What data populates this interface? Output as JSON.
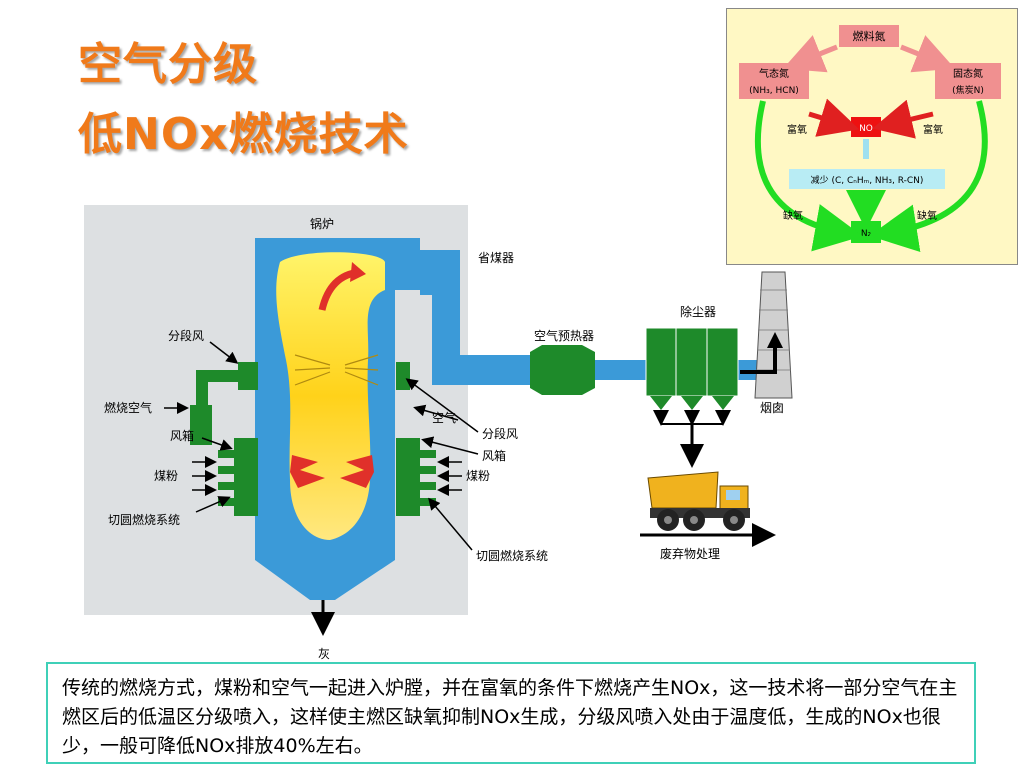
{
  "title": {
    "line1": "空气分级",
    "line2": "低NOx燃烧技术"
  },
  "inset": {
    "fuel_nitrogen": "燃料氮",
    "gas_n": "气态氮",
    "gas_n_formula": "(NH₃, HCN)",
    "solid_n": "固态氮",
    "solid_n_formula": "(焦炭N)",
    "no": "NO",
    "rich_o2_left": "富氧",
    "rich_o2_right": "富氧",
    "reduce": "减少 (C, CₙHₘ, NH₃, R-CN)",
    "lean_o2_left": "缺氧",
    "lean_o2_right": "缺氧",
    "n2": "N₂"
  },
  "labels": {
    "boiler": "锅炉",
    "economizer": "省煤器",
    "air_preheater": "空气预热器",
    "dust_collector": "除尘器",
    "chimney": "烟囱",
    "staged_air_left": "分段风",
    "combustion_air": "燃烧空气",
    "wind_box_left": "风箱",
    "coal_powder_left": "煤粉",
    "tangential_left": "切圆燃烧系统",
    "air_right": "空气",
    "staged_air_right": "分段风",
    "wind_box_right": "风箱",
    "coal_powder_right": "煤粉",
    "tangential_right": "切圆燃烧系统",
    "waste_treatment": "废弃物处理",
    "ash": "灰"
  },
  "caption": "传统的燃烧方式，煤粉和空气一起进入炉膛，并在富氧的条件下燃烧产生NOx，这一技术将一部分空气在主燃区后的低温区分级喷入，这样使主燃区缺氧抑制NOx生成，分级风喷入处由于温度低，生成的NOx也很少，一般可降低NOx排放40%左右。",
  "colors": {
    "title": "#f07a1a",
    "boiler_blue": "#3b9ad8",
    "green": "#1e8a2a",
    "inset_bg": "#fff8c4",
    "caption_border": "#3fd0b8"
  }
}
